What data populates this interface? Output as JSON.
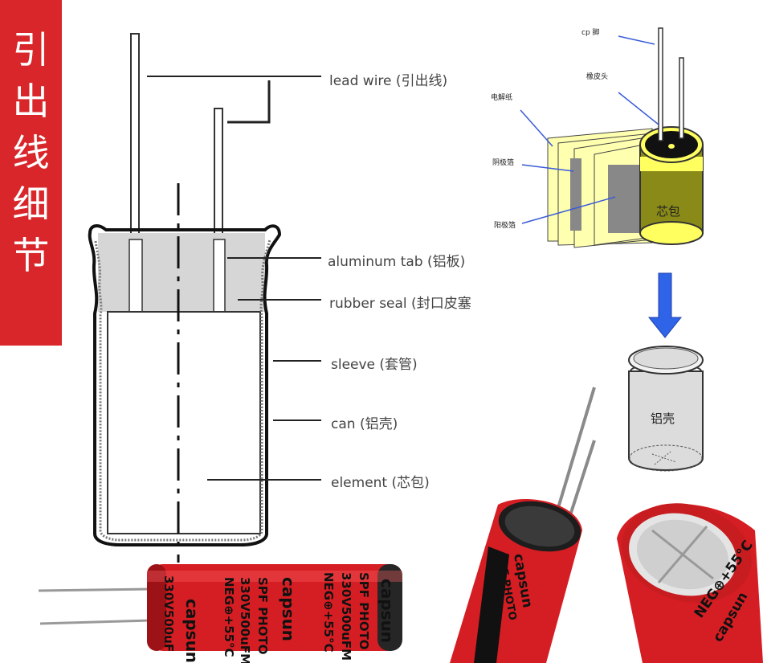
{
  "banner": {
    "title": "引出线细节",
    "color": "#d8262a"
  },
  "cross_section": {
    "labels": [
      "lead wire (引出线)",
      "aluminum tab (铝板)",
      "rubber seal (封口皮塞",
      "sleeve (套管)",
      "can (铝壳)",
      "element (芯包)"
    ]
  },
  "element_diagram": {
    "labels": {
      "cp_pin": "cp 脚",
      "rubber_head": "橡皮头",
      "electrolytic_paper": "电解纸",
      "cathode_foil": "阴极箔",
      "anode_foil": "阳极箔",
      "element": "芯包",
      "aluminum_can": "铝壳"
    }
  },
  "capacitor_print": {
    "brand": "capsun",
    "series": "SPF PHOTO",
    "rating": "330V500uFM",
    "temp": "NEG⊕+55°C",
    "short_rating": "330V500uF"
  },
  "colors": {
    "sleeve_red": "#d51e23",
    "arrow_blue": "#2f63e8",
    "paper_yellow": "#ffffb0",
    "element_olive": "#8a8a18"
  }
}
